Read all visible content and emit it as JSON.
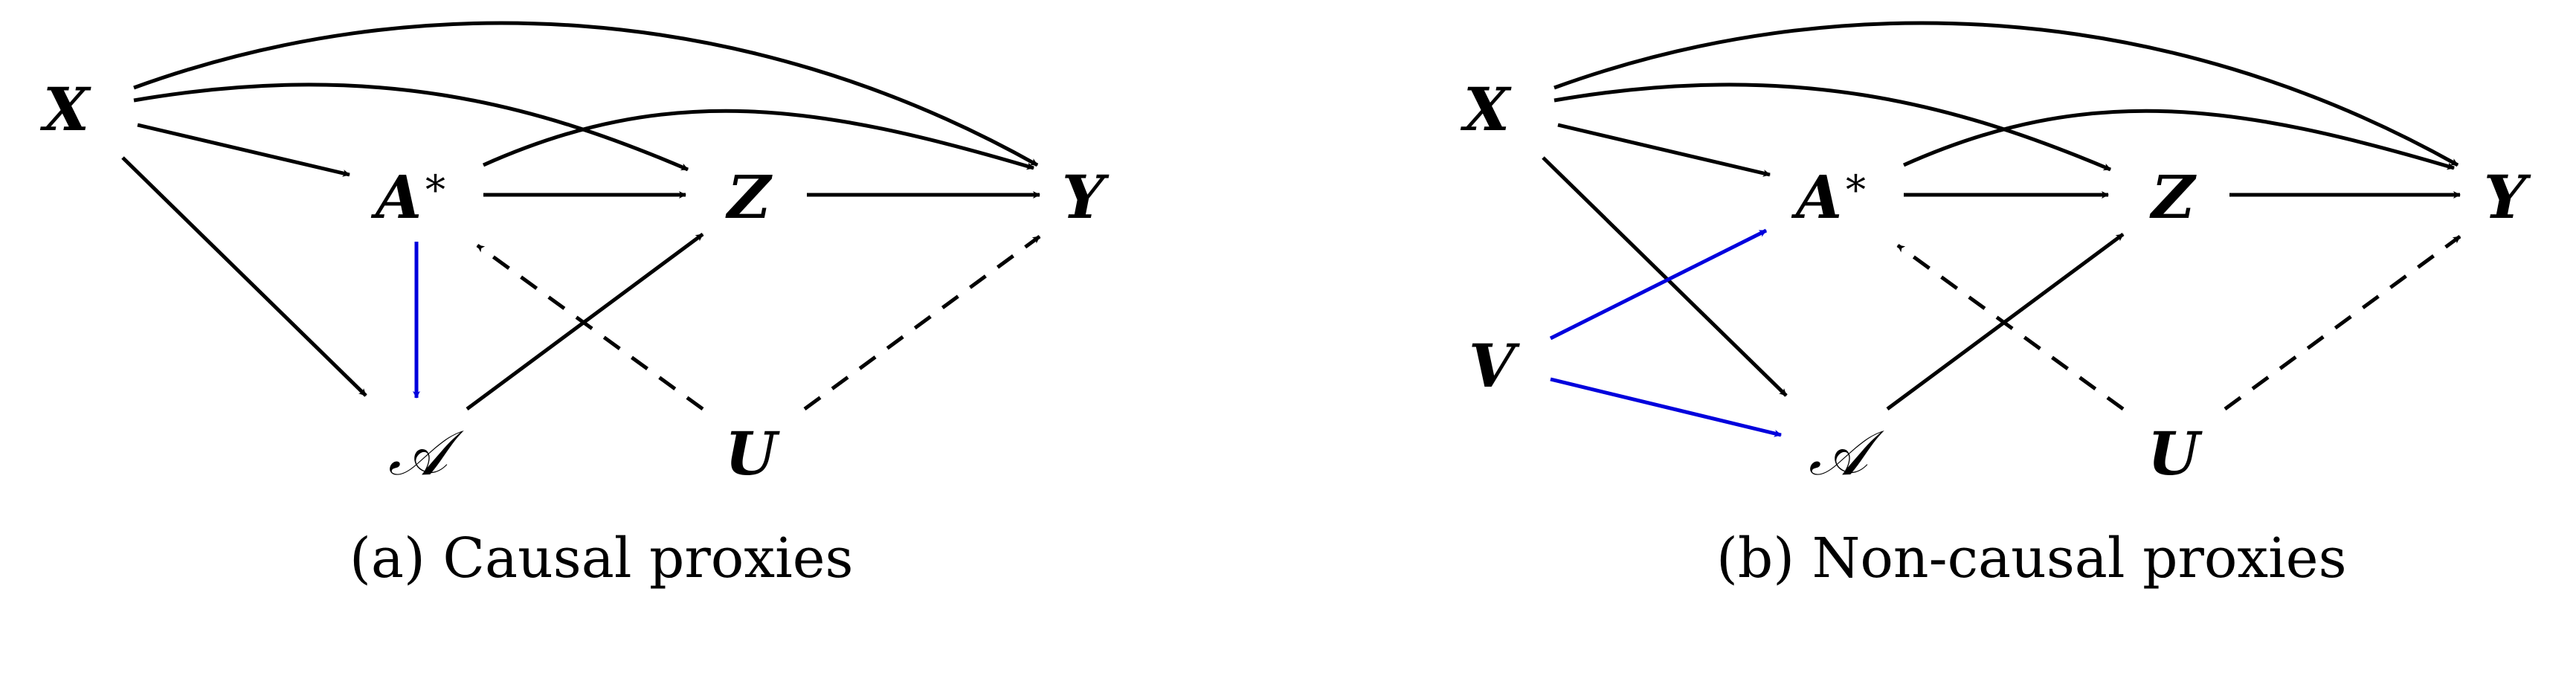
{
  "colors": {
    "edge": "#000000",
    "proxy_edge": "#0000dd"
  },
  "panels": [
    {
      "id": "a",
      "caption": "(a) Causal proxies",
      "nodes": {
        "X": "X",
        "A_star": "A",
        "A_star_sup": "∗",
        "A_cal": "𝒜",
        "Z": "Z",
        "U": "U",
        "Y": "Y"
      }
    },
    {
      "id": "b",
      "caption": "(b) Non-causal proxies",
      "nodes": {
        "X": "X",
        "V": "V",
        "A_star": "A",
        "A_star_sup": "∗",
        "A_cal": "𝒜",
        "Z": "Z",
        "U": "U",
        "Y": "Y"
      }
    }
  ]
}
